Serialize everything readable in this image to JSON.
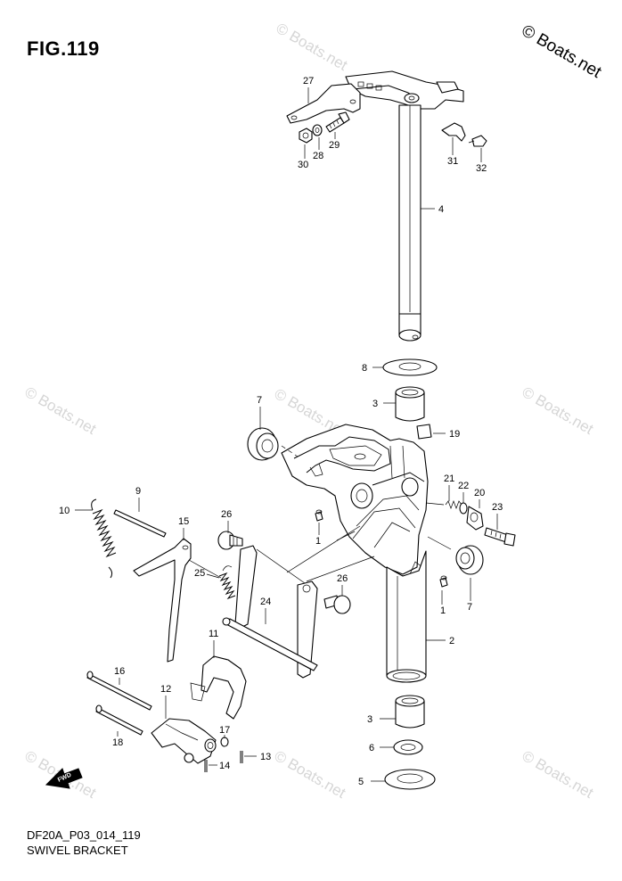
{
  "figure": {
    "title": "FIG.119",
    "copyright": "© Boats.net",
    "watermark_text": "© Boats.net",
    "code": "DF20A_P03_014_119",
    "name": "SWIVEL BRACKET",
    "fwd_label": "FWD"
  },
  "callouts": [
    {
      "id": "c27",
      "text": "27"
    },
    {
      "id": "c30",
      "text": "30"
    },
    {
      "id": "c28",
      "text": "28"
    },
    {
      "id": "c29",
      "text": "29"
    },
    {
      "id": "c31",
      "text": "31"
    },
    {
      "id": "c32",
      "text": "32"
    },
    {
      "id": "c4",
      "text": "4"
    },
    {
      "id": "c8",
      "text": "8"
    },
    {
      "id": "c3a",
      "text": "3"
    },
    {
      "id": "c19",
      "text": "19"
    },
    {
      "id": "c7a",
      "text": "7"
    },
    {
      "id": "c9",
      "text": "9"
    },
    {
      "id": "c10",
      "text": "10"
    },
    {
      "id": "c15",
      "text": "15"
    },
    {
      "id": "c26a",
      "text": "26"
    },
    {
      "id": "c1a",
      "text": "1"
    },
    {
      "id": "c21",
      "text": "21"
    },
    {
      "id": "c22",
      "text": "22"
    },
    {
      "id": "c20",
      "text": "20"
    },
    {
      "id": "c23",
      "text": "23"
    },
    {
      "id": "c25",
      "text": "25"
    },
    {
      "id": "c26b",
      "text": "26"
    },
    {
      "id": "c24",
      "text": "24"
    },
    {
      "id": "c1b",
      "text": "1"
    },
    {
      "id": "c7b",
      "text": "7"
    },
    {
      "id": "c11",
      "text": "11"
    },
    {
      "id": "c2",
      "text": "2"
    },
    {
      "id": "c16",
      "text": "16"
    },
    {
      "id": "c12",
      "text": "12"
    },
    {
      "id": "c18",
      "text": "18"
    },
    {
      "id": "c17",
      "text": "17"
    },
    {
      "id": "c3b",
      "text": "3"
    },
    {
      "id": "c6",
      "text": "6"
    },
    {
      "id": "c13",
      "text": "13"
    },
    {
      "id": "c14",
      "text": "14"
    },
    {
      "id": "c5",
      "text": "5"
    }
  ]
}
